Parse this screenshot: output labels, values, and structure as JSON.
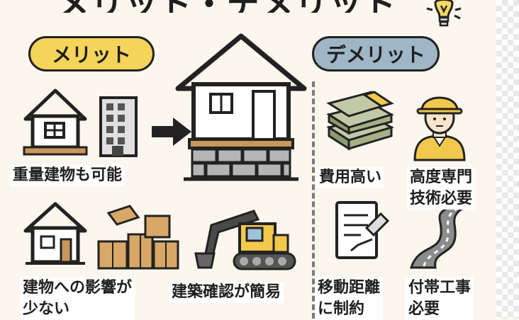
{
  "title": "メリット・デメリット",
  "merit_header": "メリット",
  "demerit_header": "デメリット",
  "merits": [
    {
      "label": "重量建物も可能"
    },
    {
      "label": "建物への影響が\n少ない"
    },
    {
      "label": "建築確認が簡易"
    }
  ],
  "demerits": [
    {
      "label": "費用高い"
    },
    {
      "label": "高度専門\n技術必要"
    },
    {
      "label": "移動距離\nに制約"
    },
    {
      "label": "付帯工事\n必要"
    }
  ],
  "icons": {
    "lightbulb": "lightbulb-icon",
    "house": "house-icon",
    "building": "building-icon",
    "arrow": "arrow-right-icon",
    "raised_house": "raised-house-icon",
    "boxes": "boxes-icon",
    "excavator": "excavator-icon",
    "money": "money-stack-icon",
    "worker": "worker-icon",
    "document": "document-icon",
    "road": "road-icon"
  },
  "colors": {
    "background": "#fbf7ee",
    "merit_pill": "#f5d45a",
    "demerit_pill": "#9fb6c6",
    "wood": "#c9975a",
    "yellow": "#f2c94c",
    "money_green": "#c2c9a6"
  }
}
